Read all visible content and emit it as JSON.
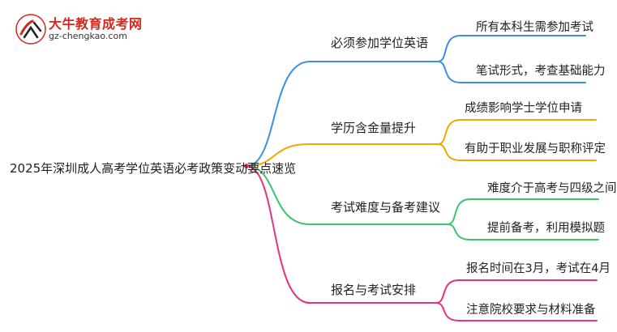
{
  "logo": {
    "name": "大牛教育成考网",
    "url": "gz-chengkao.com",
    "badge_text": "大牛"
  },
  "root": "2025年深圳成人高考学位英语必考政策变动要点速览",
  "branches": [
    {
      "label": "必须参加学位英语",
      "color": "#3a8ee6",
      "leaves": [
        "所有本科生需参加考试",
        "笔试形式，考查基础能力"
      ]
    },
    {
      "label": "学历含金量提升",
      "color": "#f0a800",
      "leaves": [
        "成绩影响学士学位申请",
        "有助于职业发展与职称评定"
      ]
    },
    {
      "label": "考试难度与备考建议",
      "color": "#3cc46c",
      "leaves": [
        "难度介于高考与四级之间",
        "提前备考，利用模拟题"
      ]
    },
    {
      "label": "报名与考试安排",
      "color": "#e8327a",
      "leaves": [
        "报名时间在3月，考试在4月",
        "注意院校要求与材料准备"
      ]
    }
  ]
}
